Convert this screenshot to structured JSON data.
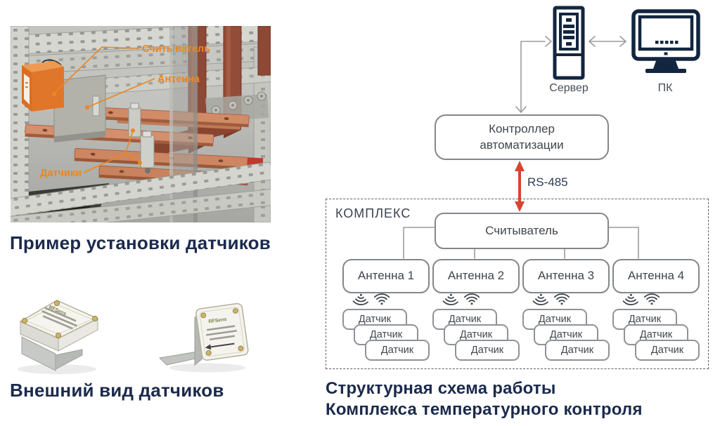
{
  "installation_photo": {
    "caption": "Пример установки датчиков",
    "overlay_labels": {
      "reader": "Считыватель",
      "antenna": "Антенна",
      "sensors": "Датчики"
    },
    "label_color": "#ea8720"
  },
  "sensor_photos": {
    "caption": "Внешний вид датчиков",
    "brand": "RFSens"
  },
  "diagram": {
    "server_label": "Сервер",
    "pc_label": "ПК",
    "controller_line1": "Контроллер",
    "controller_line2": "автоматизации",
    "bus_label": "RS-485",
    "complex_label": "КОМПЛЕКС",
    "reader_label": "Считыватель",
    "antennas": [
      {
        "label": "Антенна 1",
        "sensors": [
          "Датчик",
          "Датчик",
          "Датчик"
        ]
      },
      {
        "label": "Антенна 2",
        "sensors": [
          "Датчик",
          "Датчик",
          "Датчик"
        ]
      },
      {
        "label": "Антенна 3",
        "sensors": [
          "Датчик",
          "Датчик",
          "Датчик"
        ]
      },
      {
        "label": "Антенна 4",
        "sensors": [
          "Датчик",
          "Датчик",
          "Датчик"
        ]
      }
    ],
    "caption_line1": "Структурная схема работы",
    "caption_line2": "Комплекса температурного контроля",
    "icons": {
      "server": "server-tower-icon",
      "pc": "desktop-pc-icon",
      "wireless_left": "wifi-icon-rotated",
      "wireless_right": "wifi-icon"
    },
    "colors": {
      "navy": "#1b2a4c",
      "icon_navy": "#13263f",
      "node_border": "#83868a",
      "line_gray": "#9c9c9c",
      "accent_red": "#d5452f",
      "accent_orange": "#ea8720"
    }
  }
}
